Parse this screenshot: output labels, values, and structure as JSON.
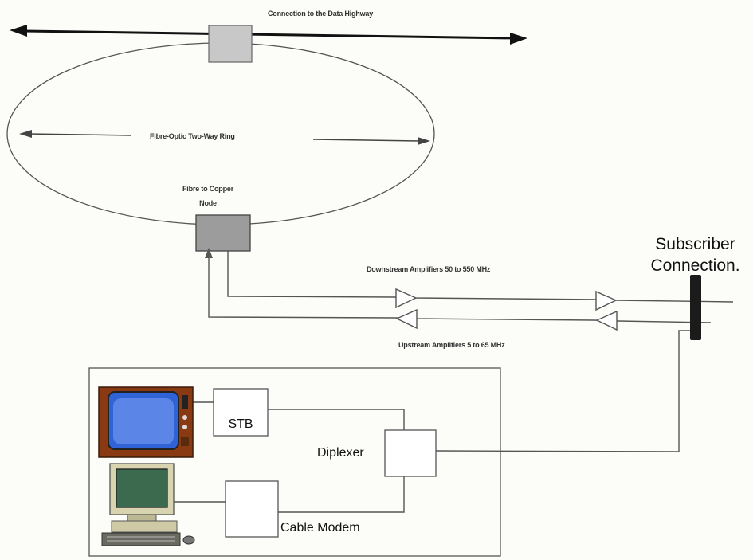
{
  "highway_label": "Connection to the Data Highway",
  "ring_label": "Fibre-Optic Two-Way Ring",
  "node_label_line1": "Fibre to Copper",
  "node_label_line2": "Node",
  "downstream_label": "Downstream Amplifiers  50 to 550 MHz",
  "upstream_label": "Upstream Amplifiers 5 to 65 MHz",
  "subscriber_line1": "Subscriber",
  "subscriber_line2": "Connection.",
  "stb_label": "STB",
  "diplexer_label": "Diplexer",
  "cable_modem_label": "Cable Modem"
}
